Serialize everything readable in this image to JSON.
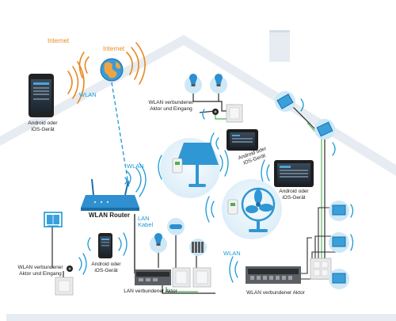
{
  "labels": {
    "internet_left": "Internet",
    "internet_globe": "Internet",
    "wlan_phone": "WLAN",
    "phone_caption_1": "Android oder",
    "phone_caption_2": "iOS-Gerät",
    "actor_top_1": "WLAN verbundener",
    "actor_top_2": "Aktor und Eingang",
    "tablet_small_1": "Android oder",
    "tablet_small_2": "iOS-Gerät",
    "wlan_router_signal": "WLAN",
    "router_label": "WLAN Router",
    "lan_1": "LAN",
    "lan_2": "Kabel",
    "tablet_right_1": "Android oder",
    "tablet_right_2": "iOS-Gerät",
    "actor_left_1": "WLAN verbundener",
    "actor_left_2": "Aktor und Eingang",
    "phone_mid_1": "Android oder",
    "phone_mid_2": "iOS-Gerät",
    "wlan_mid": "WLAN",
    "lan_actor": "LAN verbundener Aktor",
    "wlan_actor": "WLAN verbundener Aktor"
  },
  "colors": {
    "house": "#e6ecf1",
    "accent_blue": "#1a9ad6",
    "internet_orange": "#e8891f",
    "wire_dark": "#2b2b2b",
    "wire_green": "#4caf50"
  },
  "icons": [
    "smartphone",
    "globe",
    "wifi-router",
    "lamp",
    "fan",
    "light-bulb",
    "tablet",
    "window",
    "radiator",
    "wall-switch",
    "din-rail-actor"
  ]
}
